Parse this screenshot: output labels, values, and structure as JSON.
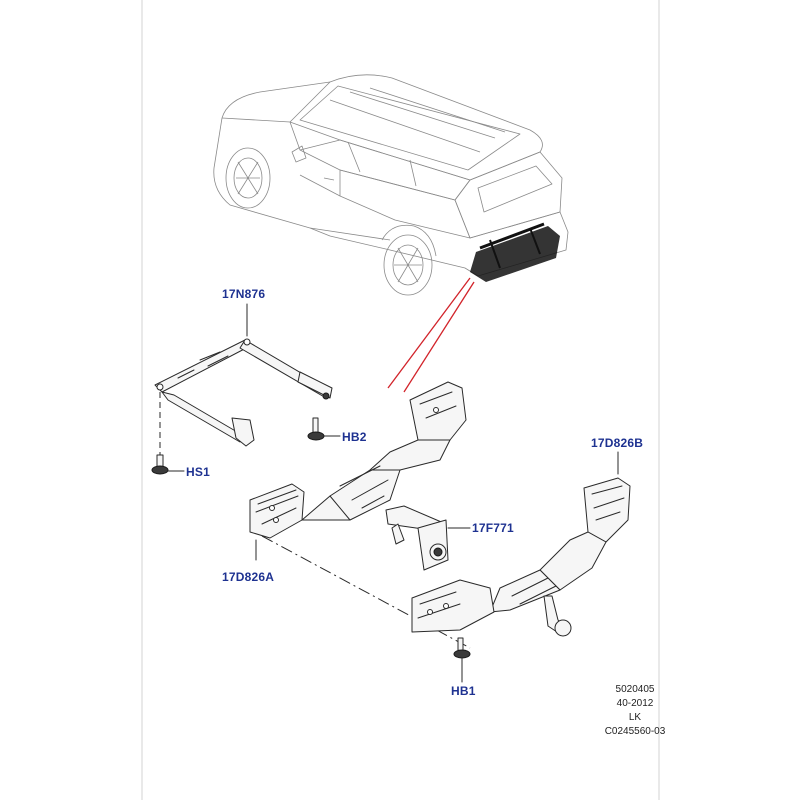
{
  "callouts": {
    "c17N876": "17N876",
    "cHB2": "HB2",
    "cHS1": "HS1",
    "c17D826B": "17D826B",
    "c17F771": "17F771",
    "c17D826A": "17D826A",
    "cHB1": "HB1"
  },
  "metadata": {
    "line1": "5020405",
    "line2": "40-2012",
    "line3": "LK",
    "line4": "C0245560-03"
  },
  "colors": {
    "callout_text": "#1e3291",
    "leader_line": "#d2232a",
    "frame": "#e9e9e9"
  }
}
